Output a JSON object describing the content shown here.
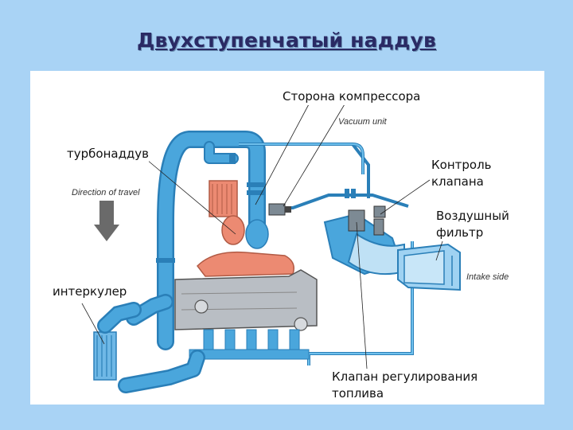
{
  "slide": {
    "title": "Двухступенчатый наддув"
  },
  "labels": {
    "compressor_side": "Сторона компрессора",
    "turbo": "турбонаддув",
    "valve_control_line1": "Контроль",
    "valve_control_line2": "клапана",
    "air_filter_line1": "Воздушный",
    "air_filter_line2": "фильтр",
    "intercooler": "интеркулер",
    "fuel_valve_line1": "Клапан регулирования",
    "fuel_valve_line2": "топлива"
  },
  "diagram_text": {
    "vacuum_unit": "Vacuum unit",
    "direction_of_travel": "Direction of travel",
    "intake_side": "Intake side"
  },
  "colors": {
    "background": "#a9d3f5",
    "pipe": "#4aa6dc",
    "pipe_dark": "#2a7fb8",
    "turbo": "#ec8a72",
    "engine": "#b9bec4",
    "arrow": "#666666"
  }
}
